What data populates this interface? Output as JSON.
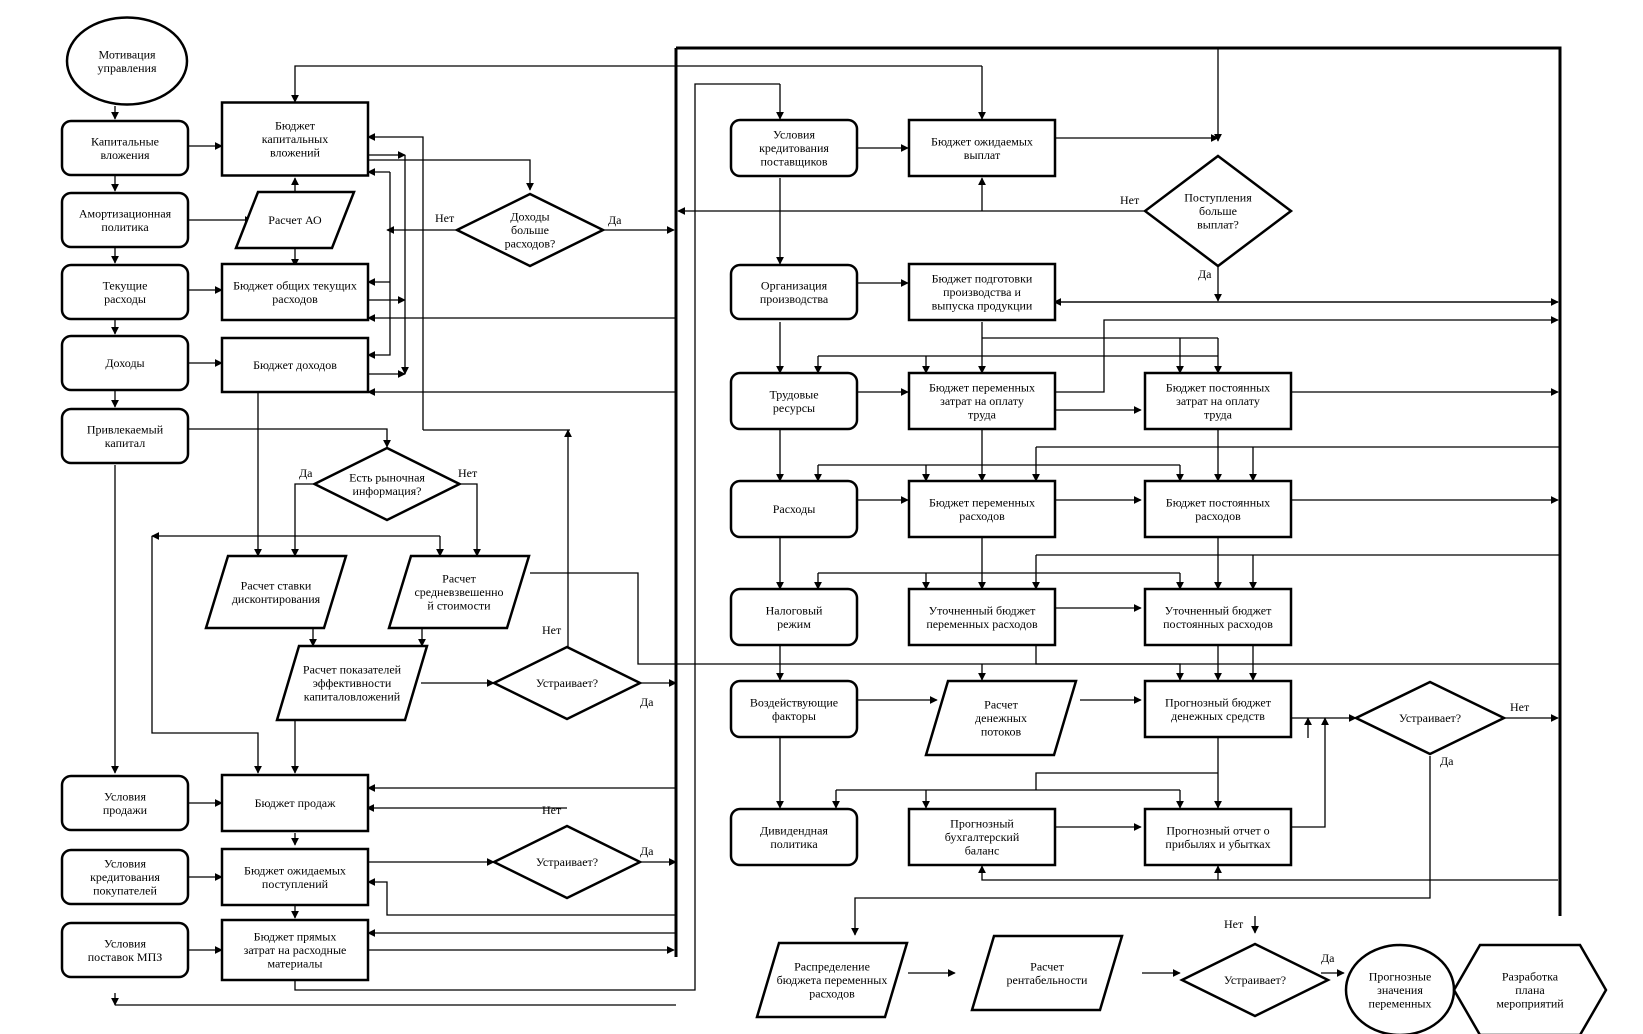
{
  "nodes": {
    "motivation": "Мотивация\nуправления",
    "capital_inv": "Капитальные\nвложения",
    "amort_policy": "Амортизационная\nполитика",
    "current_exp": "Текущие\nрасходы",
    "income": "Доходы",
    "attracted_cap": "Привлекаемый\nкапитал",
    "sales_cond": "Условия\nпродажи",
    "buyer_credit": "Условия\nкредитования\nпокупателей",
    "mpz_supply": "Условия\nпоставок МПЗ",
    "b_capital": "Бюджет\nкапитальных\nвложений",
    "calc_ao": "Расчет АО",
    "b_general": "Бюджет общих текущих\nрасходов",
    "b_income": "Бюджет доходов",
    "d_income_more": "Доходы\nбольше\nрасходов?",
    "d_market_info": "Есть рыночная\nинформация?",
    "calc_discount": "Расчет ставки\nдисконтирования",
    "calc_wacc": "Расчет\nсредневзвешенно\nй стоимости",
    "calc_efficiency": "Расчет показателей\nэффективности\nкапиталовложений",
    "d_suits_1": "Устраивает?",
    "b_sales": "Бюджет продаж",
    "b_receipts": "Бюджет ожидаемых\nпоступлений",
    "d_suits_2": "Устраивает?",
    "b_materials": "Бюджет прямых\nзатрат на расходные\nматериалы",
    "supplier_credit": "Условия\nкредитования\nпоставщиков",
    "b_payments": "Бюджет ожидаемых\nвыплат",
    "d_receipts_more": "Поступления\nбольше\nвыплат?",
    "prod_org": "Организация\nпроизводства",
    "b_production": "Бюджет подготовки\nпроизводства и\nвыпуска продукции",
    "labor": "Трудовые\nресурсы",
    "b_var_labor": "Бюджет переменных\nзатрат на оплату\nтруда",
    "b_fix_labor": "Бюджет постоянных\nзатрат на оплату\nтруда",
    "expenses": "Расходы",
    "b_var_exp": "Бюджет переменных\nрасходов",
    "b_fix_exp": "Бюджет постоянных\nрасходов",
    "tax": "Налоговый\nрежим",
    "b_var_refined": "Уточненный бюджет\nпеременных расходов",
    "b_fix_refined": "Уточненный бюджет\nпостоянных расходов",
    "factors": "Воздействующие\nфакторы",
    "calc_cash": "Расчет\nденежных\nпотоков",
    "b_cash_forecast": "Прогнозный бюджет\nденежных средств",
    "d_suits_3": "Устраивает?",
    "dividend": "Дивидендная\nполитика",
    "forecast_balance": "Прогнозный\nбухгалтерский\nбаланс",
    "forecast_pl": "Прогнозный отчет о\nприбылях и убытках",
    "distribution": "Распределение\nбюджета переменных\nрасходов",
    "calc_profitability": "Расчет\nрентабельности",
    "d_suits_4": "Устраивает?",
    "forecast_values": "Прогнозные\nзначения\nпеременных",
    "action_plan": "Разработка\nплана\nмероприятий"
  },
  "edge_labels": {
    "income_no": "Нет",
    "income_yes": "Да",
    "market_yes": "Да",
    "market_no": "Нет",
    "suits1_no": "Нет",
    "suits1_yes": "Да",
    "suits2_no": "Нет",
    "suits2_yes": "Да",
    "receipts_no": "Нет",
    "receipts_yes": "Да",
    "suits3_no": "Нет",
    "suits3_yes": "Да",
    "suits4_no": "Нет",
    "suits4_yes": "Да"
  }
}
